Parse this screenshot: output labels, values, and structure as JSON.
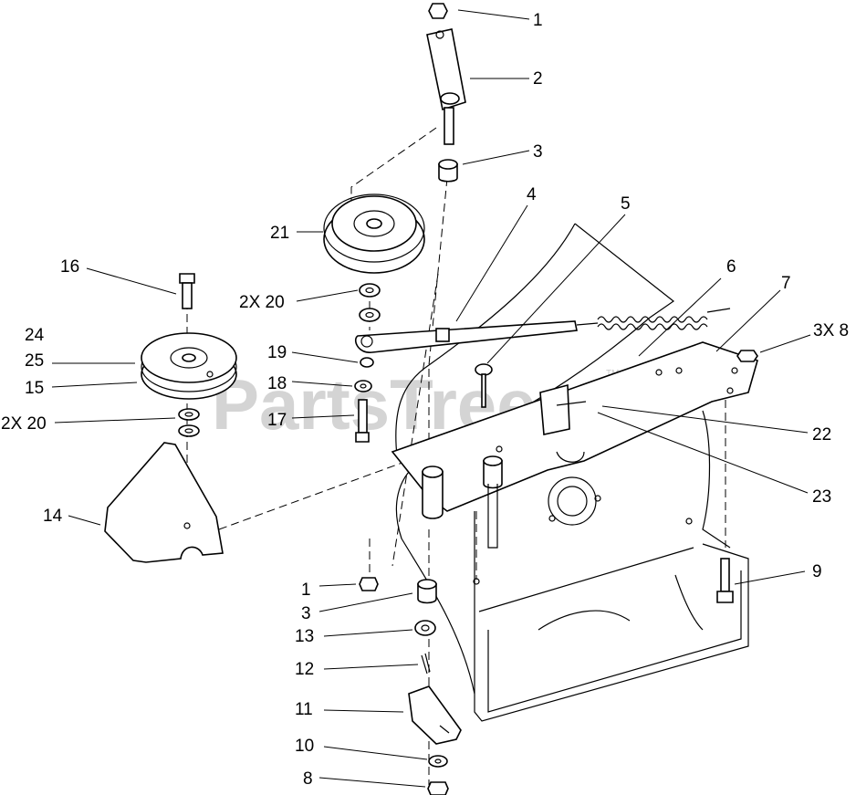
{
  "watermark": {
    "text": "PartsTree",
    "tm": "TM"
  },
  "callouts": [
    {
      "id": "c1a",
      "label": "1"
    },
    {
      "id": "c2",
      "label": "2"
    },
    {
      "id": "c3a",
      "label": "3"
    },
    {
      "id": "c4",
      "label": "4"
    },
    {
      "id": "c5",
      "label": "5"
    },
    {
      "id": "c6",
      "label": "6"
    },
    {
      "id": "c7",
      "label": "7"
    },
    {
      "id": "c3x8",
      "label": "3X 8"
    },
    {
      "id": "c21",
      "label": "21"
    },
    {
      "id": "c16",
      "label": "16"
    },
    {
      "id": "c2x20a",
      "label": "2X 20"
    },
    {
      "id": "c24",
      "label": "24"
    },
    {
      "id": "c25",
      "label": "25"
    },
    {
      "id": "c15",
      "label": "15"
    },
    {
      "id": "c19",
      "label": "19"
    },
    {
      "id": "c18",
      "label": "18"
    },
    {
      "id": "c17",
      "label": "17"
    },
    {
      "id": "c2x20b",
      "label": "2X 20"
    },
    {
      "id": "c22",
      "label": "22"
    },
    {
      "id": "c23",
      "label": "23"
    },
    {
      "id": "c14",
      "label": "14"
    },
    {
      "id": "c9",
      "label": "9"
    },
    {
      "id": "c1b",
      "label": "1"
    },
    {
      "id": "c3b",
      "label": "3"
    },
    {
      "id": "c13",
      "label": "13"
    },
    {
      "id": "c12",
      "label": "12"
    },
    {
      "id": "c11",
      "label": "11"
    },
    {
      "id": "c10",
      "label": "10"
    },
    {
      "id": "c8",
      "label": "8"
    }
  ]
}
